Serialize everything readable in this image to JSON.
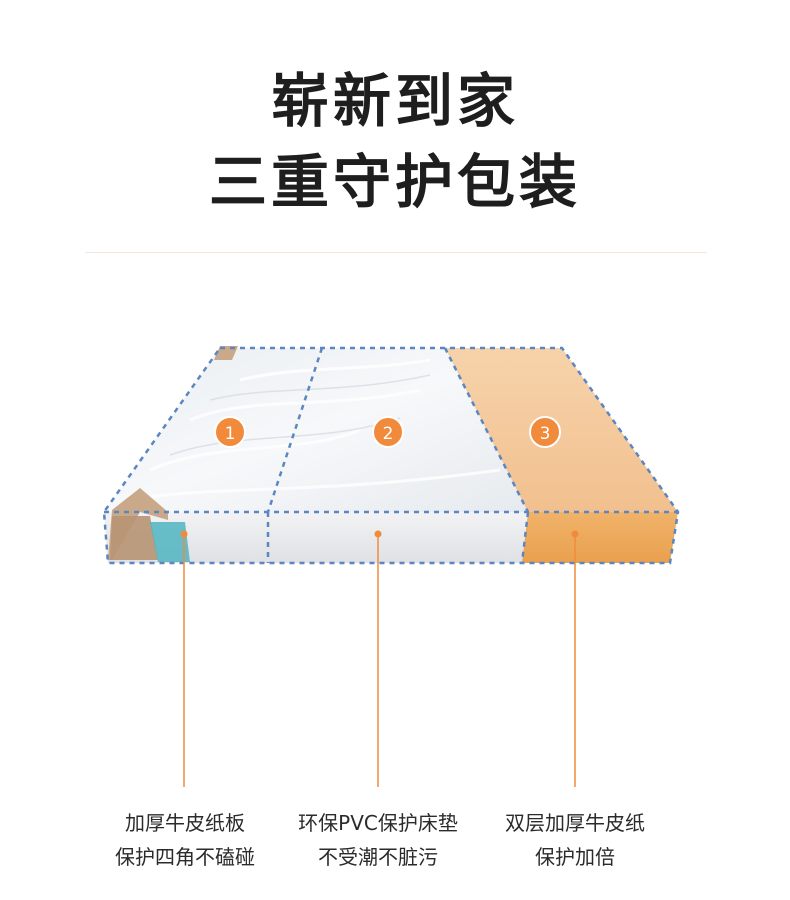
{
  "title": {
    "line1": "崭新到家",
    "line2": "三重守护包装"
  },
  "layers": [
    {
      "number": "1",
      "line1": "加厚牛皮纸板",
      "line2": "保护四角不磕碰"
    },
    {
      "number": "2",
      "line1": "环保PVC保护床垫",
      "line2": "不受潮不脏污"
    },
    {
      "number": "3",
      "line1": "双层加厚牛皮纸",
      "line2": "保护加倍"
    }
  ],
  "colors": {
    "accent": "#f28a3c",
    "kraft": "#f2c08e",
    "dashed": "#5b86c2",
    "text": "#1e1e1e"
  }
}
